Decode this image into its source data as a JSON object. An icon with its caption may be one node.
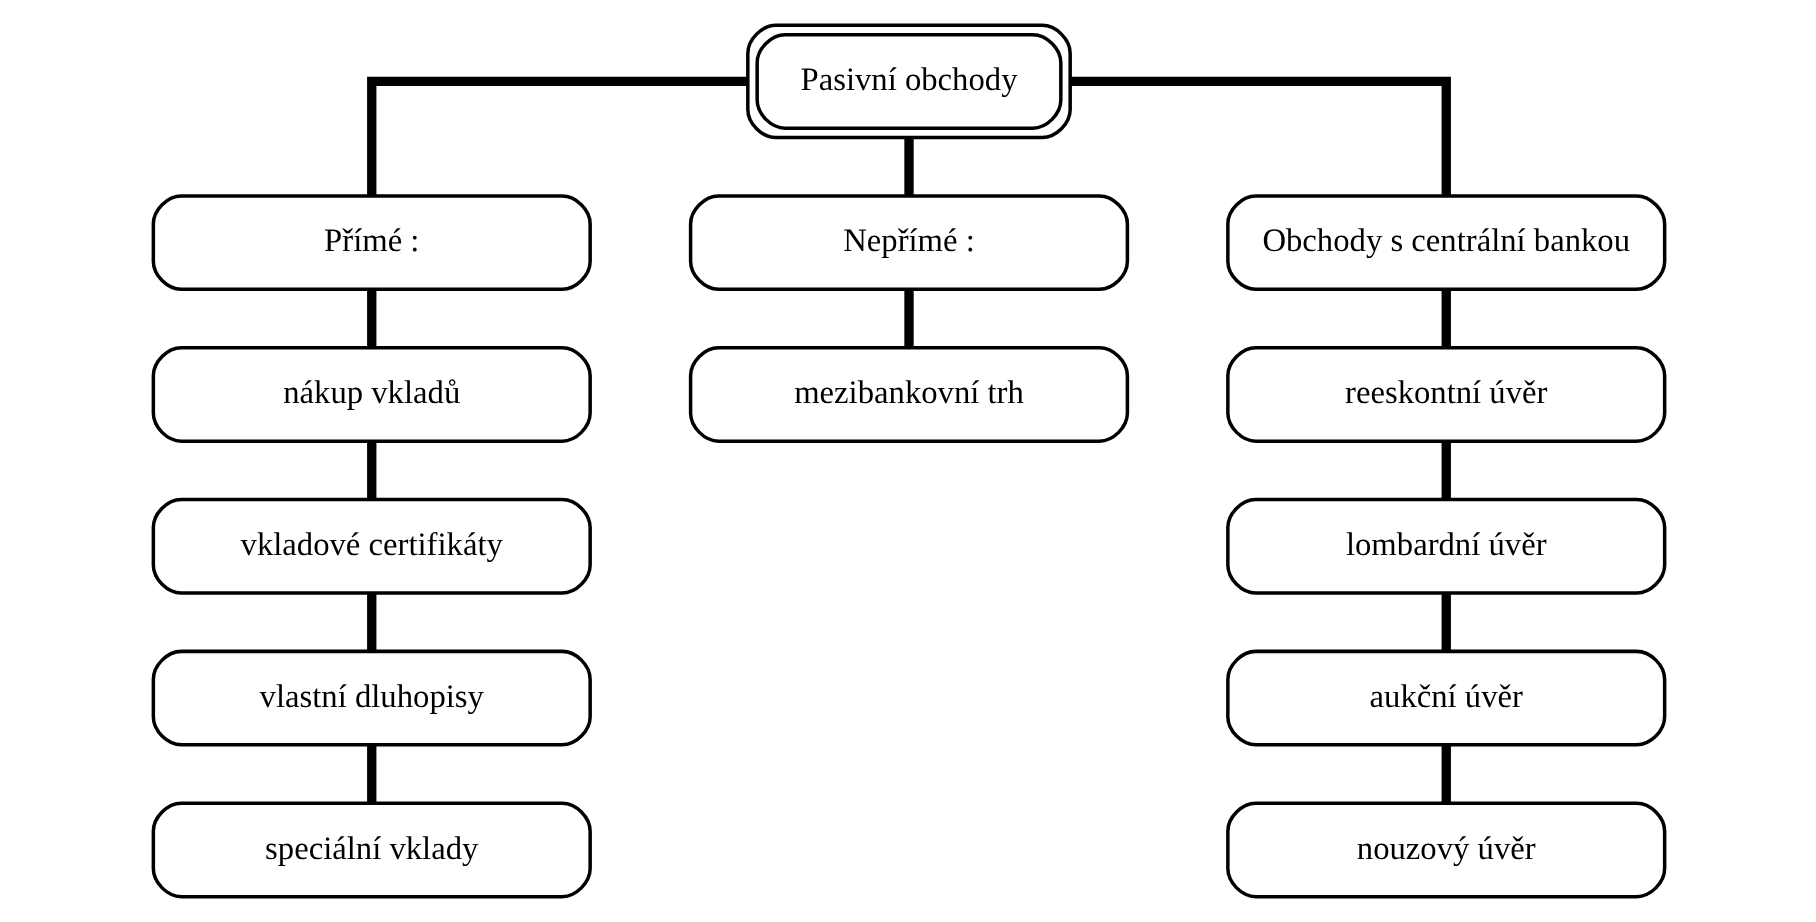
{
  "diagram": {
    "nodes": [
      {
        "text": [
          "Pasivní obchody"
        ]
      },
      {
        "text": [
          "Přímé :"
        ]
      },
      {
        "text": [
          "Nepřímé :"
        ]
      },
      {
        "text": [
          "Obchody s centrální bankou"
        ]
      },
      {
        "text": [
          "nákup vkladů"
        ]
      },
      {
        "text": [
          "mezibankovní trh"
        ]
      },
      {
        "text": [
          "reeskontní úvěr"
        ]
      },
      {
        "text": [
          "vkladové certifikáty"
        ]
      },
      {
        "text": [
          "lombardní úvěr"
        ]
      },
      {
        "text": [
          "vlastní dluhopisy"
        ]
      },
      {
        "text": [
          "aukční úvěr"
        ]
      },
      {
        "text": [
          "speciální vklady"
        ]
      },
      {
        "text": [
          "nouzový úvěr"
        ]
      }
    ],
    "edges": [
      {
        "from": 0,
        "to": 1,
        "arrow": "none"
      },
      {
        "from": 0,
        "to": 2,
        "arrow": "none"
      },
      {
        "from": 0,
        "to": 3,
        "arrow": "none"
      },
      {
        "from": 1,
        "to": 4,
        "arrow": "none"
      },
      {
        "from": 2,
        "to": 5,
        "arrow": "none"
      },
      {
        "from": 3,
        "to": 6,
        "arrow": "none"
      },
      {
        "from": 4,
        "to": 7,
        "arrow": "none"
      },
      {
        "from": 6,
        "to": 8,
        "arrow": "none"
      },
      {
        "from": 7,
        "to": 9,
        "arrow": "none"
      },
      {
        "from": 8,
        "to": 10,
        "arrow": "none"
      },
      {
        "from": 9,
        "to": 11,
        "arrow": "none"
      },
      {
        "from": 10,
        "to": 12,
        "arrow": "none"
      }
    ]
  }
}
